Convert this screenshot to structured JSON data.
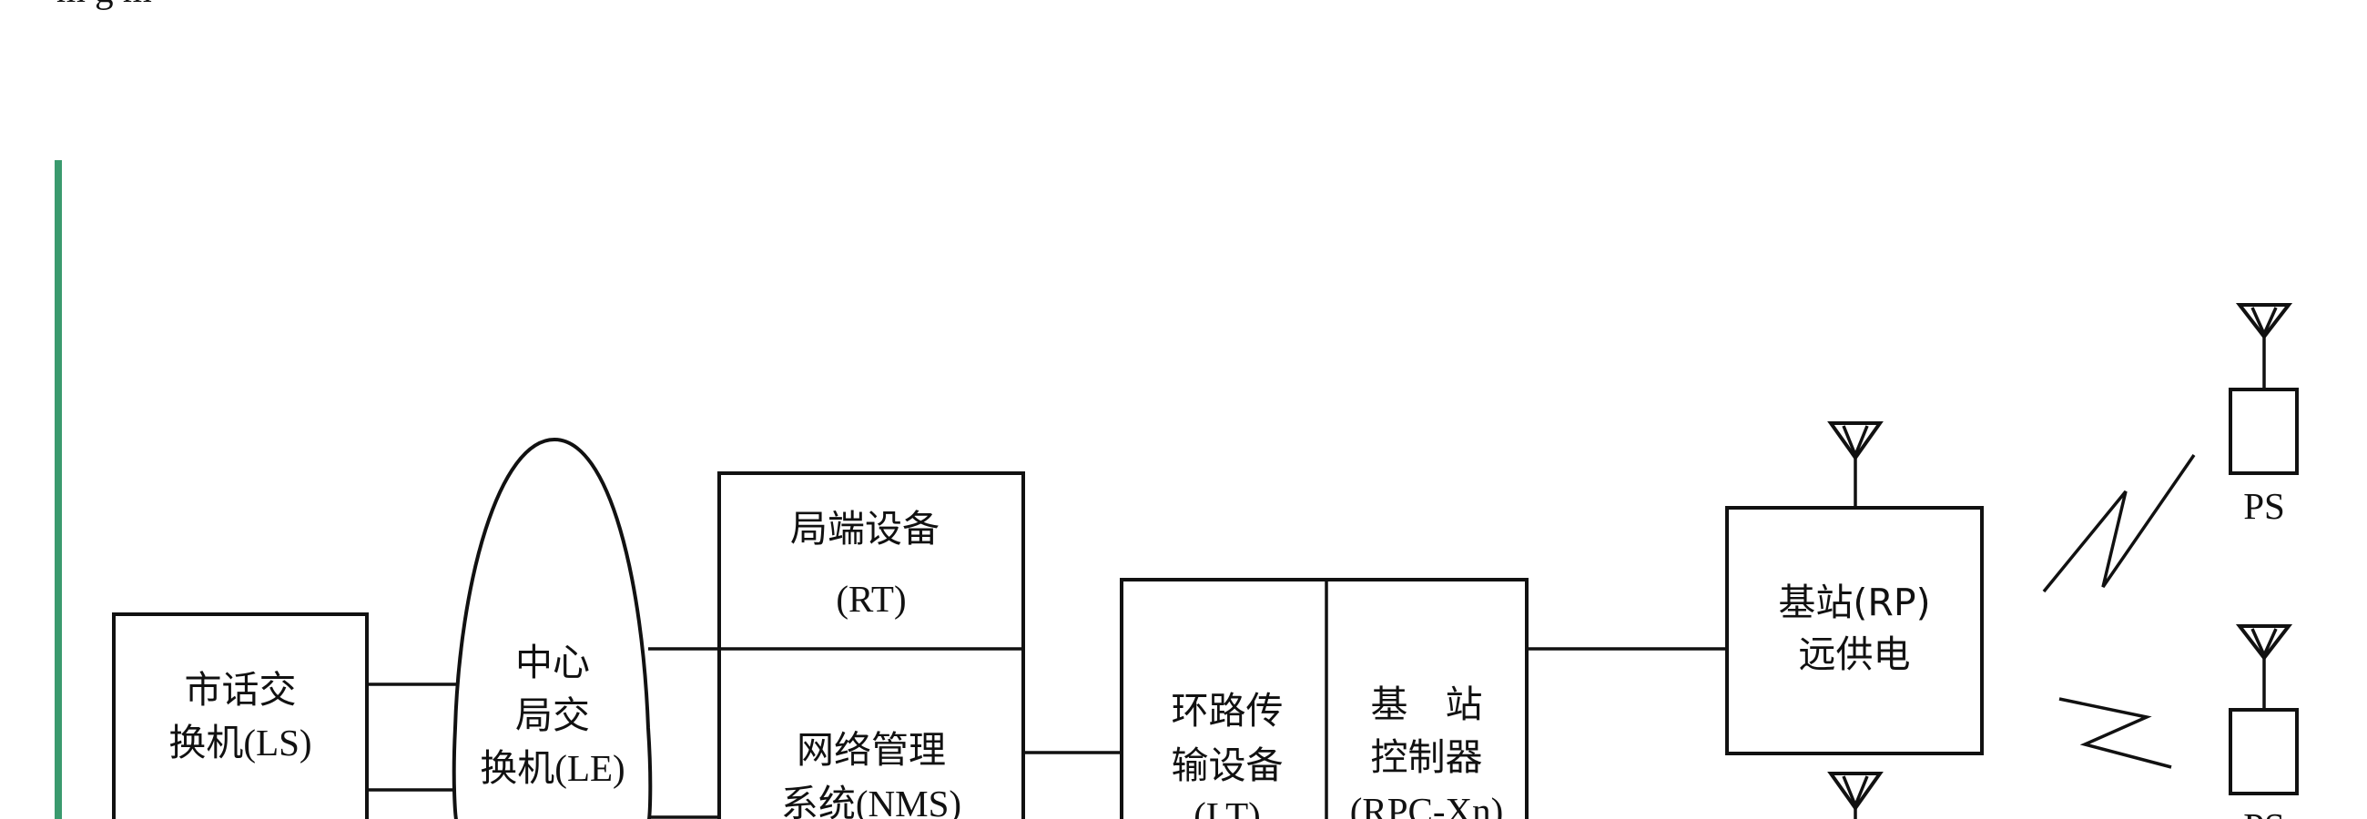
{
  "header": {
    "snippet": "m g m"
  },
  "colors": {
    "accent_bar": "#3a9a6e",
    "ink": "#111111",
    "background": "#ffffff"
  },
  "diagram": {
    "ls": {
      "line1": "市话交",
      "line2": "换机(LS)"
    },
    "le": {
      "line1": "中心",
      "line2": "局交",
      "line3": "换机(LE)"
    },
    "rt": {
      "line1": "局端设备",
      "line2": "(RT)"
    },
    "nms": {
      "line1": "网络管理",
      "line2": "系统(NMS)"
    },
    "lt": {
      "line1": "环路传",
      "line2": "输设备",
      "line3": "(LT)"
    },
    "rpc": {
      "line1": "基　站",
      "line2": "控制器",
      "line3": "(RPC-Xn)"
    },
    "rp": {
      "line1": "基站(RP)",
      "line2": "远供电"
    },
    "ps_top": {
      "label": "PS"
    },
    "ps_bottom": {
      "label": "PS"
    },
    "icons": [
      "antenna-icon",
      "lightning-icon"
    ]
  }
}
